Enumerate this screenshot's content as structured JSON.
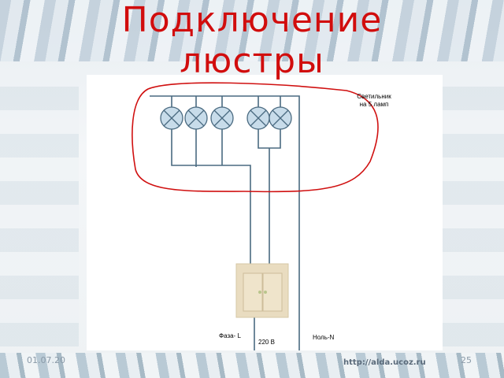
{
  "slide": {
    "title_line1": "Подключение",
    "title_line2": "люстры",
    "date": "01.07.20",
    "page_number": "25",
    "url": "http://alda.ucoz.ru"
  },
  "diagram": {
    "fixture_label_line1": "Светильник",
    "fixture_label_line2": "на 5 ламп",
    "phase_label": "Фаза- L",
    "voltage_label": "220  В",
    "neutral_label": "Ноль-N",
    "lamp_count": 5,
    "outline_color": "#d01010",
    "wire_color": "#4a6a80"
  }
}
